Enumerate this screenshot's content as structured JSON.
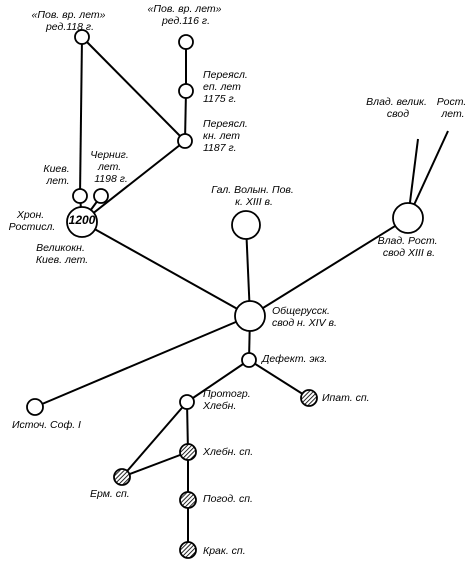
{
  "nodes": {
    "pov118": {
      "lines": [
        "«Пов. вр. лет»",
        "ред.118 г."
      ],
      "hatched": false
    },
    "pov116": {
      "lines": [
        "«Пов. вр. лет»",
        "ред.116 г."
      ],
      "hatched": false
    },
    "pereyasl_ep": {
      "lines": [
        "Переясл.",
        "еп. лет",
        "1175 г."
      ],
      "hatched": false
    },
    "pereyasl_kn": {
      "lines": [
        "Переясл.",
        "кн. лет",
        "1187 г."
      ],
      "hatched": false
    },
    "kiev_let": {
      "lines": [
        "Киев.",
        "лет."
      ],
      "hatched": false
    },
    "chernig": {
      "lines": [
        "Черниг.",
        "лет.",
        "1198 г."
      ],
      "hatched": false
    },
    "kiev1200": {
      "lines": [
        "Хрон.",
        "Ростисл."
      ],
      "inner": "1200",
      "extra": [
        "Великокн.",
        "Киев. лет."
      ],
      "hatched": false
    },
    "gal_volyn": {
      "lines": [
        "Гал. Волын. Пов.",
        "к. XIII в."
      ],
      "hatched": false
    },
    "vlad_velik": {
      "lines": [
        "Влад. велик.",
        "свод"
      ],
      "hatched": false
    },
    "rost_let": {
      "lines": [
        "Рост.",
        "лет."
      ],
      "hatched": false
    },
    "vlad_rost": {
      "lines": [
        "Влад. Рост.",
        "свод XIII в."
      ],
      "hatched": false
    },
    "obshcherus": {
      "lines": [
        "Общерусск.",
        "свод н. XIV в."
      ],
      "hatched": false
    },
    "defekt": {
      "lines": [
        "Дефект. экз."
      ],
      "hatched": false
    },
    "ipat": {
      "lines": [
        "Ипат. сп."
      ],
      "hatched": true
    },
    "istoch": {
      "lines": [
        "Источ. Соф. I"
      ],
      "hatched": false
    },
    "protogr": {
      "lines": [
        "Протогр.",
        "Хлебн."
      ],
      "hatched": false
    },
    "khlebn": {
      "lines": [
        "Хлебн. сп."
      ],
      "hatched": true
    },
    "erm": {
      "lines": [
        "Ерм. сп."
      ],
      "hatched": true
    },
    "pogod": {
      "lines": [
        "Погод. сп."
      ],
      "hatched": true
    },
    "krak": {
      "lines": [
        "Крак. сп."
      ],
      "hatched": true
    }
  },
  "edges": [
    [
      "pov118",
      "kiev_let"
    ],
    [
      "pov118",
      "pereyasl_kn"
    ],
    [
      "pov116",
      "pereyasl_ep"
    ],
    [
      "pereyasl_ep",
      "pereyasl_kn"
    ],
    [
      "pereyasl_kn",
      "kiev1200"
    ],
    [
      "kiev_let",
      "kiev1200"
    ],
    [
      "chernig",
      "kiev1200"
    ],
    [
      "kiev1200",
      "obshcherus"
    ],
    [
      "gal_volyn",
      "obshcherus"
    ],
    [
      "vlad_velik",
      "vlad_rost"
    ],
    [
      "rost_let",
      "vlad_rost"
    ],
    [
      "vlad_rost",
      "obshcherus"
    ],
    [
      "obshcherus",
      "istoch"
    ],
    [
      "obshcherus",
      "defekt"
    ],
    [
      "defekt",
      "ipat"
    ],
    [
      "defekt",
      "protogr"
    ],
    [
      "protogr",
      "khlebn"
    ],
    [
      "protogr",
      "erm"
    ],
    [
      "khlebn",
      "erm"
    ],
    [
      "khlebn",
      "pogod"
    ],
    [
      "pogod",
      "krak"
    ]
  ]
}
